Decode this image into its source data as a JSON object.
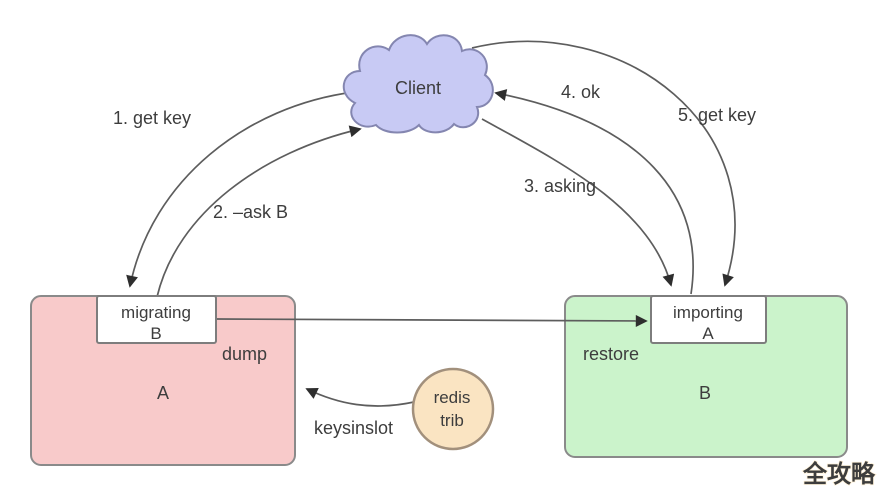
{
  "title": "redis cluster key migration diagram",
  "colors": {
    "cloud_fill": "#c8caf4",
    "cloud_stroke": "#8486b0",
    "box_a_fill": "#f8caca",
    "box_b_fill": "#cbf3cb",
    "box_stroke": "#8a8a8a",
    "tab_fill": "#ffffff",
    "tab_stroke": "#7d7d7d",
    "trib_fill": "#fae4c2",
    "trib_stroke": "#a2907c",
    "arrow_stroke": "#5d5d5d",
    "arrowhead_fill": "#2e2e2e",
    "text": "#3d3d3d",
    "watermark_fill": "#d6973c"
  },
  "cloud": {
    "label": "Client"
  },
  "node_a": {
    "label": "A",
    "tab": {
      "line1": "migrating",
      "line2": "B"
    },
    "inner_label": "dump"
  },
  "node_b": {
    "label": "B",
    "tab": {
      "line1": "importing",
      "line2": "A"
    },
    "inner_label": "restore"
  },
  "trib": {
    "line1": "redis",
    "line2": "trib",
    "arrow_label": "keysinslot"
  },
  "edges": {
    "e1": "1. get key",
    "e2": "2. –ask B",
    "e3": "3. asking",
    "e4": "4. ok",
    "e5": "5. get key"
  },
  "watermark": "全攻略"
}
